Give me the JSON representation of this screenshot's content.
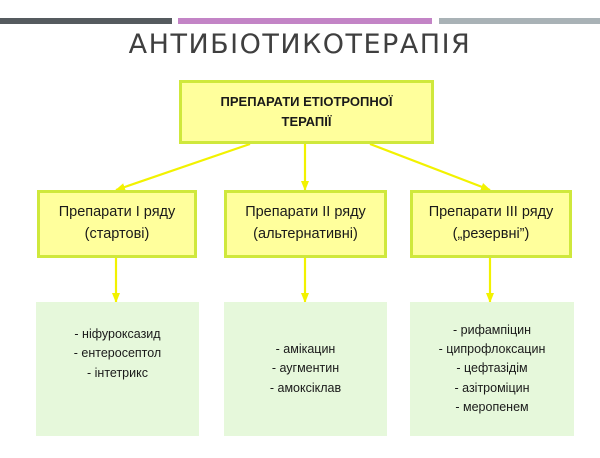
{
  "slide": {
    "title": "АНТИБІОТИКОТЕРАПІЯ"
  },
  "root": {
    "lines": [
      "ПРЕПАРАТИ ЕТІОТРОПНОЇ",
      "ТЕРАПІЇ"
    ]
  },
  "categories": [
    {
      "lines": [
        "Препарати І ряду",
        "(стартові)"
      ],
      "drugs": [
        "- ніфуроксазид",
        "- ентеросептол",
        "- інтетрикс"
      ]
    },
    {
      "lines": [
        "Препарати ІІ ряду",
        "(альтернативні)"
      ],
      "drugs": [
        "- амікацин",
        "- аугментин",
        "- амоксіклав"
      ]
    },
    {
      "lines": [
        "Препарати ІІІ ряду",
        "(„резервні”)"
      ],
      "drugs": [
        "- рифампіцин",
        "- ципрофлоксацин",
        "- цефтазідім",
        "- азітроміцин",
        "- меропенем"
      ]
    }
  ],
  "colors": {
    "outlined_box_fill": "#ffff9c",
    "outlined_box_border": "#cfe83c",
    "drug_box_fill": "#e6f8db",
    "arrow": "#f2f200",
    "title_text": "#3f3f3f",
    "top_bar_dark": "#555b5f",
    "top_bar_purple": "#c384c6",
    "top_bar_light": "#a9b2b6"
  }
}
